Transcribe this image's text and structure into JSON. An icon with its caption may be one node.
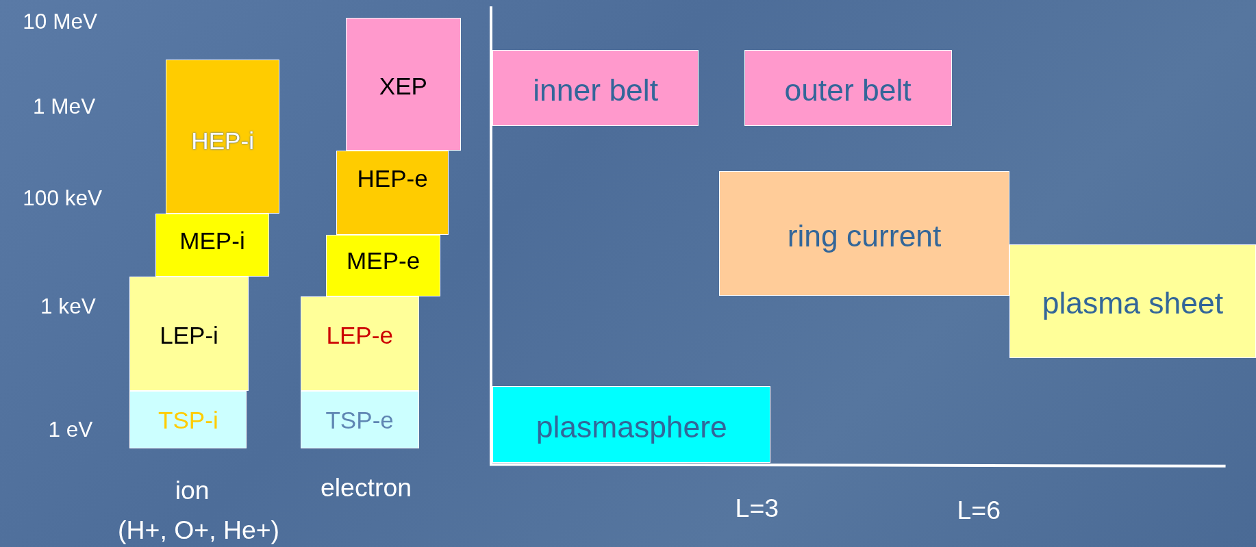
{
  "diagram": {
    "nodes": [
      {
        "text": [
          "HEP-i"
        ]
      },
      {
        "text": [
          "MEP-i"
        ]
      },
      {
        "text": [
          "LEP-i"
        ]
      },
      {
        "text": [
          "TSP-i"
        ]
      },
      {
        "text": [
          "XEP"
        ]
      },
      {
        "text": [
          "HEP-e"
        ]
      },
      {
        "text": [
          "MEP-e"
        ]
      },
      {
        "text": [
          "LEP-e"
        ]
      },
      {
        "text": [
          "TSP-e"
        ]
      },
      {
        "text": [
          "inner belt"
        ]
      },
      {
        "text": [
          "outer belt"
        ]
      },
      {
        "text": [
          "ring current"
        ]
      },
      {
        "text": [
          "plasma sheet"
        ]
      },
      {
        "text": [
          "plasmasphere"
        ]
      }
    ],
    "labels": [
      "10 MeV",
      "1 MeV",
      "100 keV",
      "1 keV",
      "1 eV",
      "ion",
      "(H+, O+, He+)",
      "electron",
      "L=3",
      "L=6"
    ]
  }
}
